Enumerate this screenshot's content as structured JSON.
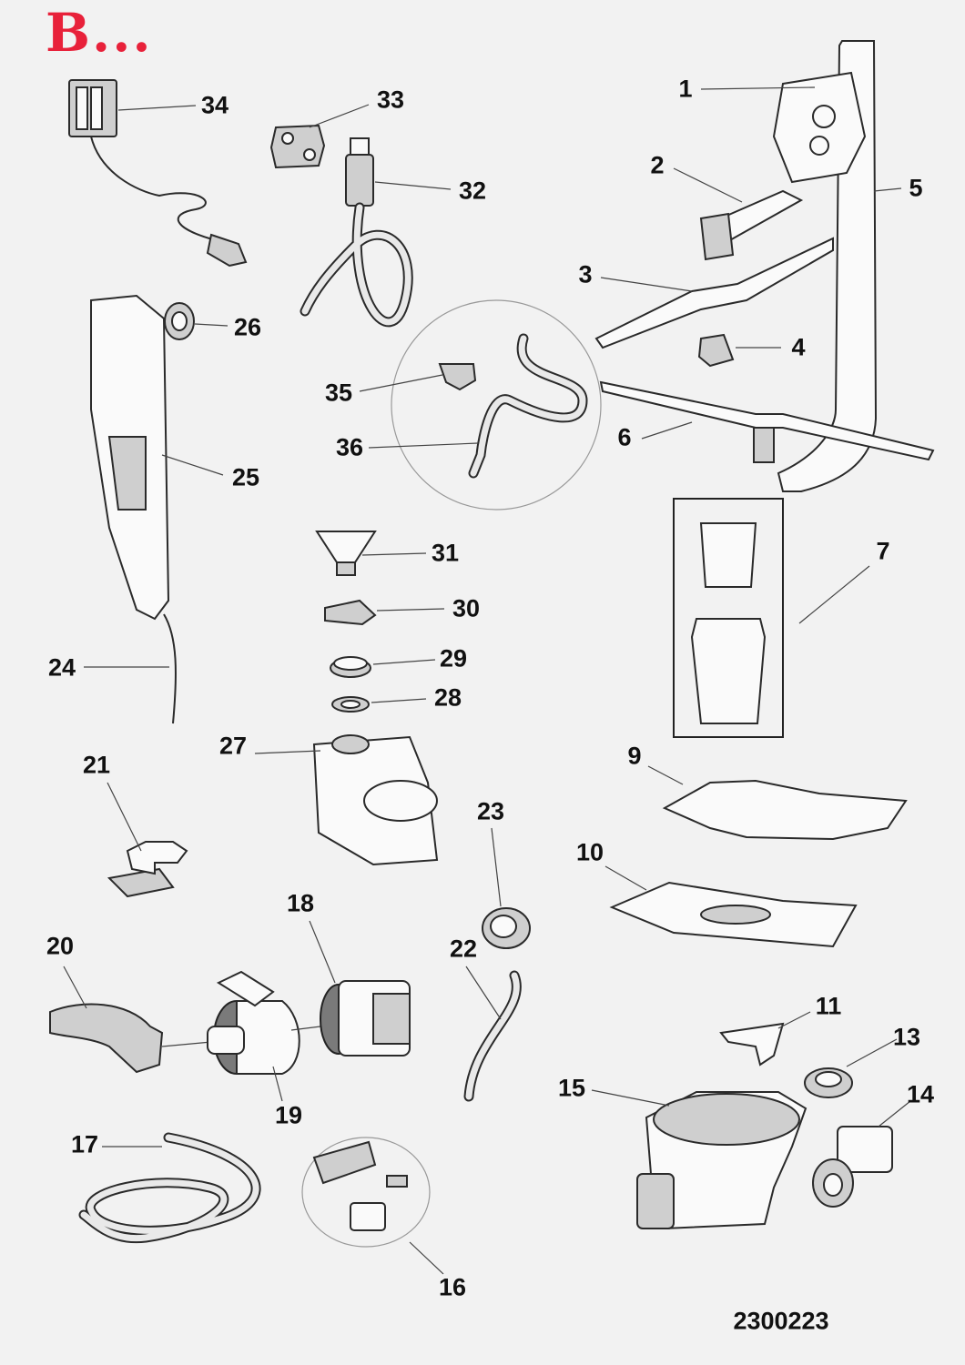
{
  "header": {
    "section_label": "B..."
  },
  "drawing_number": "2300223",
  "callouts": [
    "1",
    "2",
    "3",
    "4",
    "5",
    "6",
    "7",
    "9",
    "10",
    "11",
    "13",
    "14",
    "15",
    "16",
    "17",
    "18",
    "19",
    "20",
    "21",
    "22",
    "23",
    "24",
    "25",
    "26",
    "27",
    "28",
    "29",
    "30",
    "31",
    "32",
    "33",
    "34",
    "35",
    "36"
  ]
}
